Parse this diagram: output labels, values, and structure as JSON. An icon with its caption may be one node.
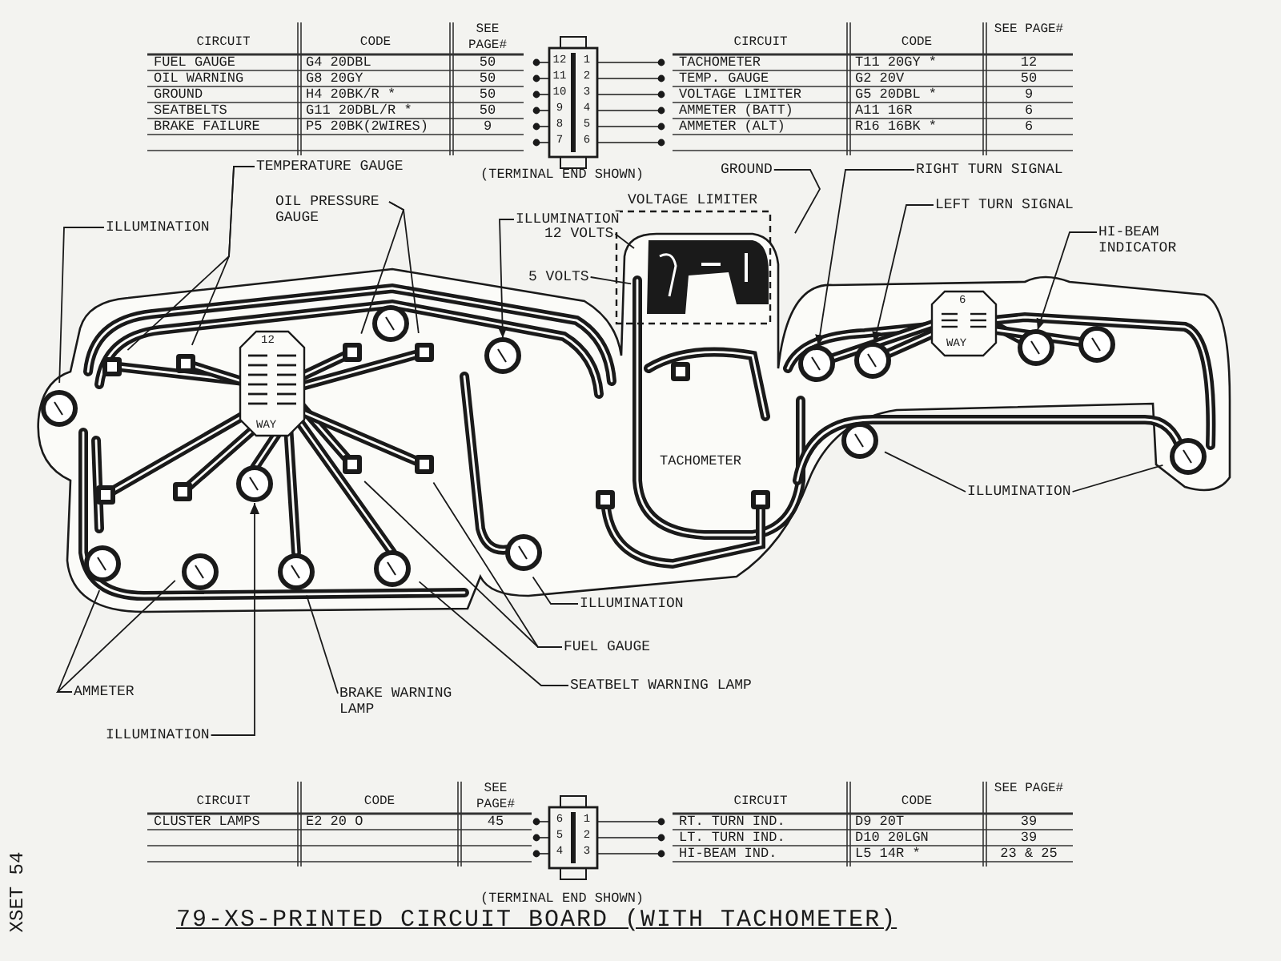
{
  "diagram": {
    "title": "79-XS-PRINTED CIRCUIT BOARD (WITH TACHOMETER)",
    "nodes": [
      {
        "text": [
          "TEMPERATURE GAUGE"
        ]
      },
      {
        "text": [
          "OIL PRESSURE GAUGE"
        ]
      },
      {
        "text": [
          "ILLUMINATION"
        ]
      },
      {
        "text": [
          "ILLUMINATION"
        ]
      },
      {
        "text": [
          "12 VOLTS"
        ]
      },
      {
        "text": [
          "VOLTAGE LIMITER"
        ]
      },
      {
        "text": [
          "5 VOLTS"
        ]
      },
      {
        "text": [
          "GROUND"
        ]
      },
      {
        "text": [
          "RIGHT TURN SIGNAL"
        ]
      },
      {
        "text": [
          "LEFT TURN SIGNAL"
        ]
      },
      {
        "text": [
          "HI-BEAM INDICATOR"
        ]
      },
      {
        "text": [
          "ILLUMINATION"
        ]
      },
      {
        "text": [
          "ILLUMINATION"
        ]
      },
      {
        "text": [
          "FUEL GAUGE"
        ]
      },
      {
        "text": [
          "SEATBELT WARNING LAMP"
        ]
      },
      {
        "text": [
          "BRAKE WARNING LAMP"
        ]
      },
      {
        "text": [
          "ILLUMINATION"
        ]
      },
      {
        "text": [
          "AMMETER"
        ]
      }
    ],
    "edges": [
      {
        "from": 0,
        "to": null,
        "arrow": "none"
      },
      {
        "from": 0,
        "to": null,
        "arrow": "none"
      },
      {
        "from": 1,
        "to": null,
        "arrow": "none"
      },
      {
        "from": 1,
        "to": null,
        "arrow": "none"
      },
      {
        "from": 2,
        "to": null,
        "arrow": "none"
      },
      {
        "from": 3,
        "to": null,
        "arrow": "to"
      },
      {
        "from": 4,
        "to": null,
        "arrow": "none"
      },
      {
        "from": 6,
        "to": null,
        "arrow": "none"
      },
      {
        "from": 7,
        "to": null,
        "arrow": "none"
      },
      {
        "from": 8,
        "to": null,
        "arrow": "to"
      },
      {
        "from": 9,
        "to": null,
        "arrow": "to"
      },
      {
        "from": 10,
        "to": null,
        "arrow": "to"
      },
      {
        "from": 11,
        "to": null,
        "arrow": "none"
      },
      {
        "from": 11,
        "to": null,
        "arrow": "none"
      },
      {
        "from": 12,
        "to": null,
        "arrow": "none"
      },
      {
        "from": 13,
        "to": null,
        "arrow": "none"
      },
      {
        "from": 13,
        "to": null,
        "arrow": "none"
      },
      {
        "from": 14,
        "to": null,
        "arrow": "none"
      },
      {
        "from": 15,
        "to": null,
        "arrow": "none"
      },
      {
        "from": 16,
        "to": null,
        "arrow": "to"
      },
      {
        "from": 17,
        "to": null,
        "arrow": "none"
      },
      {
        "from": 17,
        "to": null,
        "arrow": "none"
      }
    ],
    "labels": [
      "CIRCUIT",
      "CODE",
      "SEE PAGE#",
      "FUEL GAUGE",
      "G4 20DBL",
      "50",
      "OIL WARNING",
      "G8 20GY",
      "50",
      "GROUND",
      "H4 20BK/R *",
      "50",
      "SEATBELTS",
      "G11 20DBL/R *",
      "50",
      "BRAKE FAILURE",
      "P5 20BK(2WIRES)",
      "9",
      "CIRCUIT",
      "CODE",
      "SEE PAGE#",
      "TACHOMETER",
      "T11 20GY *",
      "12",
      "TEMP. GAUGE",
      "G2 20V",
      "50",
      "VOLTAGE LIMITER",
      "G5 20DBL *",
      "9",
      "AMMETER (BATT)",
      "A11 16R",
      "6",
      "AMMETER (ALT)",
      "R16 16BK *",
      "6",
      "12",
      "11",
      "10",
      "9",
      "8",
      "7",
      "1",
      "2",
      "3",
      "4",
      "5",
      "6",
      "(TERMINAL END SHOWN)",
      "12",
      "WAY",
      "TACHOMETER",
      "6",
      "WAY",
      "CIRCUIT",
      "CODE",
      "SEE PAGE#",
      "CLUSTER LAMPS",
      "E2 20 O",
      "45",
      "6",
      "5",
      "4",
      "1",
      "2",
      "3",
      "CIRCUIT",
      "CODE",
      "SEE PAGE#",
      "RT. TURN IND.",
      "D9 20T",
      "39",
      "LT. TURN IND.",
      "D10 20LGN",
      "39",
      "HI-BEAM IND.",
      "L5 14R *",
      "23 & 25",
      "(TERMINAL END SHOWN)",
      "XSET 54"
    ]
  }
}
